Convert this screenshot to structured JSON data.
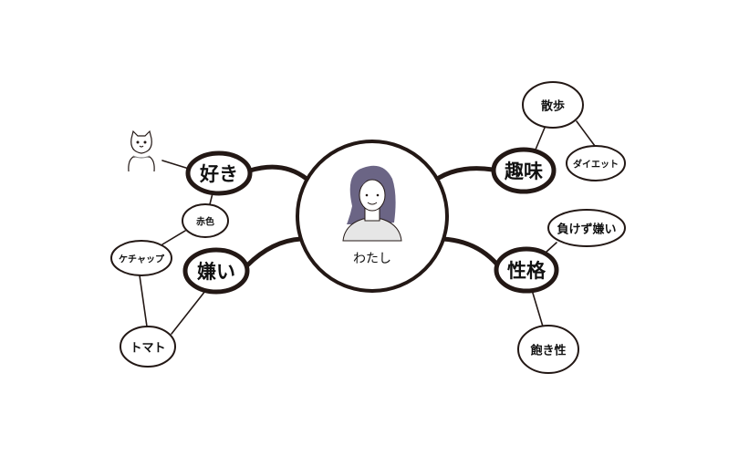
{
  "center": {
    "label": "わたし"
  },
  "branches": {
    "like": {
      "label": "好き"
    },
    "dislike": {
      "label": "嫌い"
    },
    "hobby": {
      "label": "趣味"
    },
    "personality": {
      "label": "性格"
    }
  },
  "leaves": {
    "red": "赤色",
    "ketchup": "ケチャップ",
    "tomato": "トマト",
    "walk": "散歩",
    "diet": "ダイエット",
    "competitive": "負けず嫌い",
    "fickle": "飽き性"
  },
  "colors": {
    "stroke": "#231815",
    "hair": "#6b6585",
    "shirt": "#e6e6e6"
  }
}
